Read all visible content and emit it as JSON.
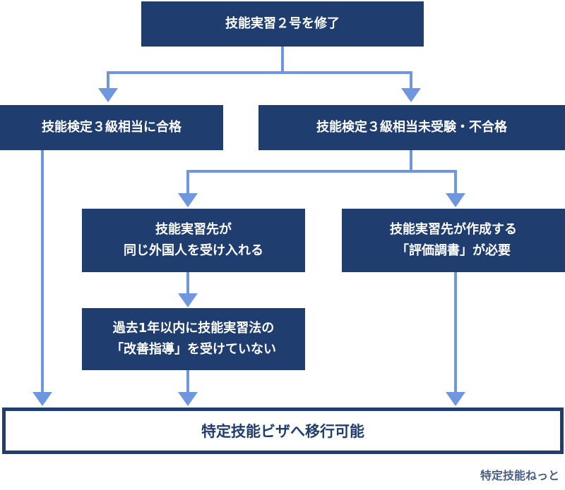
{
  "top": {
    "text": "技能実習２号を修了"
  },
  "left_branch": {
    "text": "技能検定３級相当に合格"
  },
  "right_branch": {
    "text": "技能検定３級相当未受験・不合格"
  },
  "same_employer": {
    "line1": "技能実習先が",
    "line2": "同じ外国人を受け入れる"
  },
  "evaluation": {
    "line1": "技能実習先が作成する",
    "line2": "「評価調書」が必要"
  },
  "no_guidance": {
    "line1": "過去1年以内に技能実習法の",
    "line2": "「改善指導」を受けていない"
  },
  "result": {
    "text": "特定技能ビザへ移行可能"
  },
  "footer": {
    "credit": "特定技能ねっと"
  },
  "colors": {
    "box": "#1f3d6e",
    "connector": "#6f97e0",
    "footer": "#4a5f85"
  }
}
